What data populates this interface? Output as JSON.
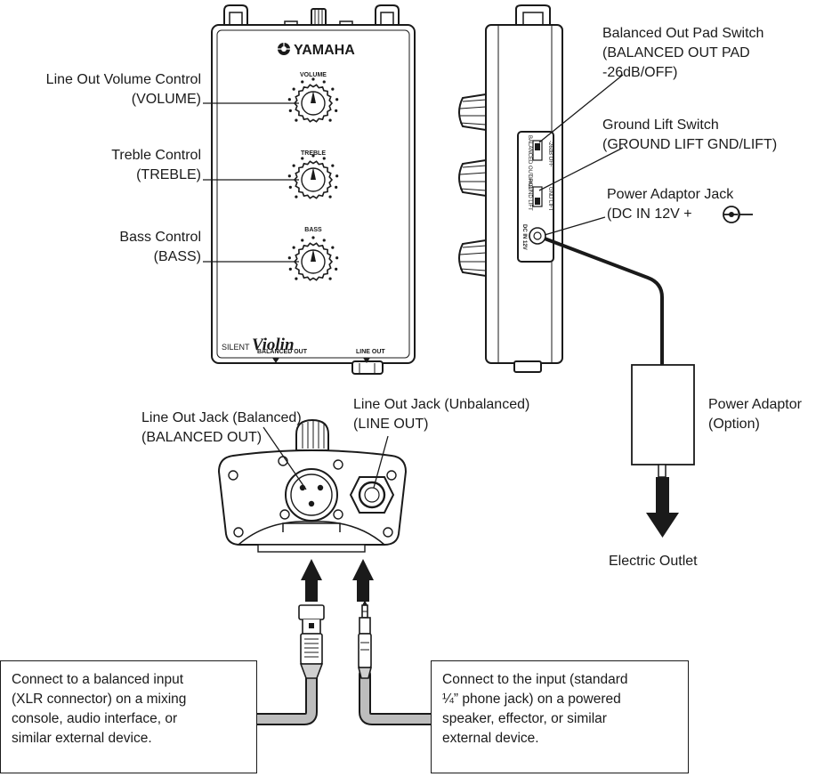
{
  "device": {
    "brand": "YAMAHA",
    "knob_labels": [
      "VOLUME",
      "TREBLE",
      "BASS"
    ],
    "product_prefix": "SILENT",
    "product_script": "Violin",
    "jack_balanced_label": "BALANCED OUT",
    "jack_line_label": "LINE OUT",
    "side_panel": {
      "pad_switch_text": "BALANCED OUT PAD",
      "pad_switch_values": "-26dB OFF",
      "ground_switch_text": "GROUND LIFT",
      "ground_switch_values": "GND LIFT",
      "dc_text": "DC IN 12V"
    }
  },
  "callouts": {
    "volume": {
      "line1": "Line Out Volume Control",
      "line2": "(VOLUME)"
    },
    "treble": {
      "line1": "Treble Control",
      "line2": "(TREBLE)"
    },
    "bass": {
      "line1": "Bass Control",
      "line2": "(BASS)"
    },
    "pad": {
      "line1": "Balanced Out Pad Switch",
      "line2": "(BALANCED OUT PAD",
      "line3": "-26dB/OFF)"
    },
    "ground": {
      "line1": "Ground Lift Switch",
      "line2": "(GROUND LIFT GND/LIFT)"
    },
    "power_jack": {
      "line1": "Power Adaptor Jack",
      "line2_prefix": "(DC IN 12V +",
      "line2_suffix": "–)"
    },
    "jack_balanced": {
      "line1": "Line Out Jack (Balanced)",
      "line2": "(BALANCED OUT)"
    },
    "jack_unbalanced": {
      "line1": "Line Out Jack (Unbalanced)",
      "line2": "(LINE OUT)"
    },
    "adaptor": {
      "line1": "Power Adaptor",
      "line2": "(Option)"
    },
    "outlet": "Electric Outlet"
  },
  "notes": {
    "xlr": [
      "Connect to a balanced input",
      "(XLR connector) on a mixing",
      "console, audio interface, or",
      "similar external device."
    ],
    "phone": [
      "Connect to the input (standard",
      "¼” phone jack) on a powered",
      "speaker, effector, or similar",
      "external device."
    ]
  }
}
